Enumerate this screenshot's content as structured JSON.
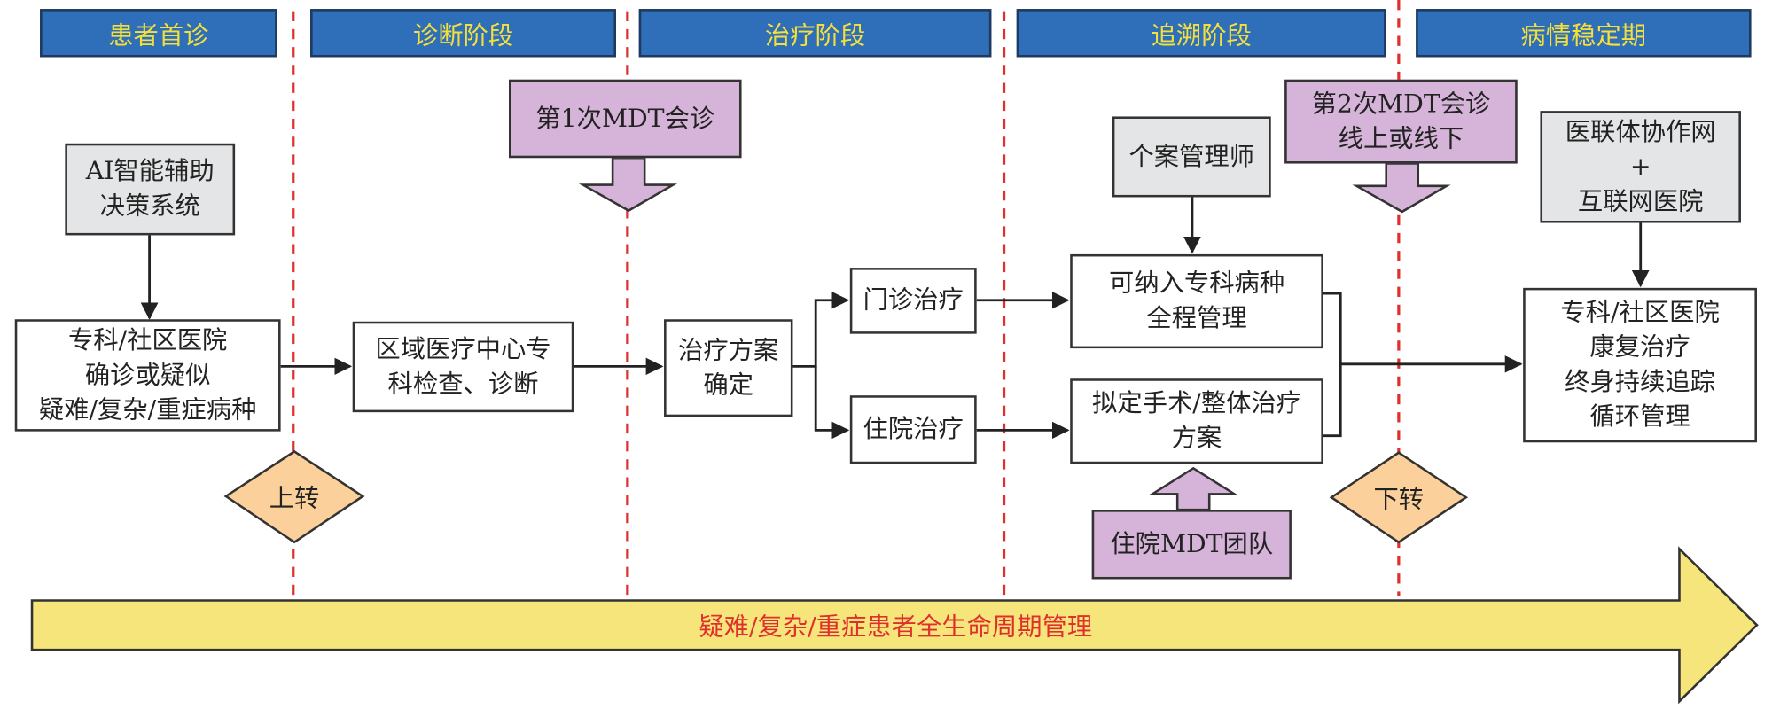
{
  "stages": [
    "患者首诊",
    "诊断阶段",
    "治疗阶段",
    "追溯阶段",
    "病情稳定期"
  ],
  "ai_system": [
    "AI智能辅助",
    "决策系统"
  ],
  "first_visit": [
    "专科/社区医院",
    "确诊或疑似",
    "疑难/复杂/重症病种"
  ],
  "upward": "上转",
  "regional_center": [
    "区域医疗中心专",
    "科检查、诊断"
  ],
  "mdt_first": "第1次MDT会诊",
  "treatment_plan": [
    "治疗方案",
    "确定"
  ],
  "outpatient": "门诊治疗",
  "inpatient": "住院治疗",
  "case_manager": "个案管理师",
  "specialty_management": [
    "可纳入专科病种",
    "全程管理"
  ],
  "surgery_plan": [
    "拟定手术/整体治疗",
    "方案"
  ],
  "inpatient_mdt": "住院MDT团队",
  "mdt_second": [
    "第2次MDT会诊",
    "线上或线下"
  ],
  "downward": "下转",
  "network": [
    "医联体协作网",
    "+",
    "互联网医院"
  ],
  "rehab": [
    "专科/社区医院",
    "康复治疗",
    "终身持续追踪",
    "循环管理"
  ],
  "banner": "疑难/复杂/重症患者全生命周期管理",
  "colors": {
    "stage_fill": "#2f6fba",
    "stage_text": "#f5e03a",
    "divider": "#e0302e",
    "mdt_fill": "#d6b4d9",
    "gray_fill": "#e4e5e6",
    "diamond_fill": "#fbd09a",
    "banner_fill": "#f6e57a",
    "banner_text": "#e0302e"
  }
}
